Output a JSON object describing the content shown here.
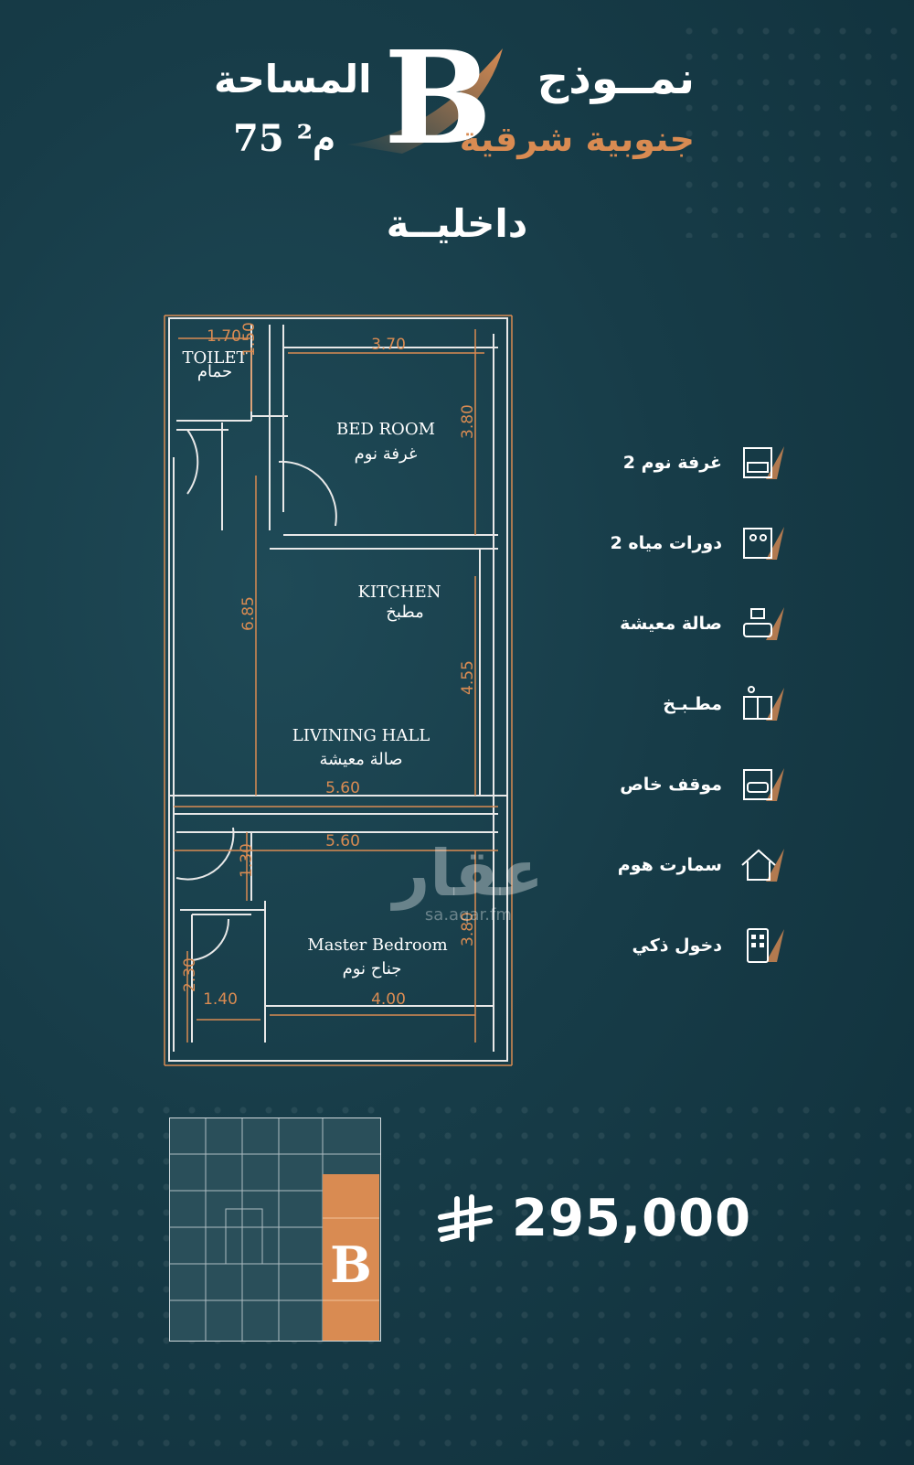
{
  "header": {
    "model_label": "نمــوذج",
    "direction": "جنوبية شرقية",
    "area_label": "المساحة",
    "area_value": "75 م²",
    "model_letter": "B",
    "subtitle": "داخليــة"
  },
  "floor_plan": {
    "rooms": [
      {
        "en": "TOILET",
        "ar": "حمام"
      },
      {
        "en": "BED ROOM",
        "ar": "غرفة نوم"
      },
      {
        "en": "KITCHEN",
        "ar": "مطبخ"
      },
      {
        "en": "LIVINING HALL",
        "ar": "صالة معيشة"
      },
      {
        "en": "Master Bedroom",
        "ar": "جناح نوم"
      }
    ],
    "dimensions": [
      "1.70",
      "1.50",
      "3.70",
      "3.80",
      "6.85",
      "4.55",
      "5.60",
      "5.60",
      "1.30",
      "3.80",
      "2.30",
      "1.40",
      "4.00"
    ]
  },
  "features": [
    {
      "label": "2 غرفة نوم",
      "icon": "bedroom-icon"
    },
    {
      "label": "2 دورات مياه",
      "icon": "bathroom-icon"
    },
    {
      "label": "صالة معيشة",
      "icon": "living-room-icon"
    },
    {
      "label": "مطـبـخ",
      "icon": "kitchen-icon"
    },
    {
      "label": "موقف خاص",
      "icon": "parking-icon"
    },
    {
      "label": "سمارت هوم",
      "icon": "smart-home-icon"
    },
    {
      "label": "دخول ذكي",
      "icon": "smart-entry-icon"
    }
  ],
  "watermark": {
    "logo": "عقار",
    "url": "sa.aqar.fm"
  },
  "mini_plan": {
    "letter": "B"
  },
  "price": {
    "value": "295,000",
    "currency_icon": "riyal-icon"
  },
  "colors": {
    "accent": "#d98b52",
    "background": "#173c48"
  }
}
